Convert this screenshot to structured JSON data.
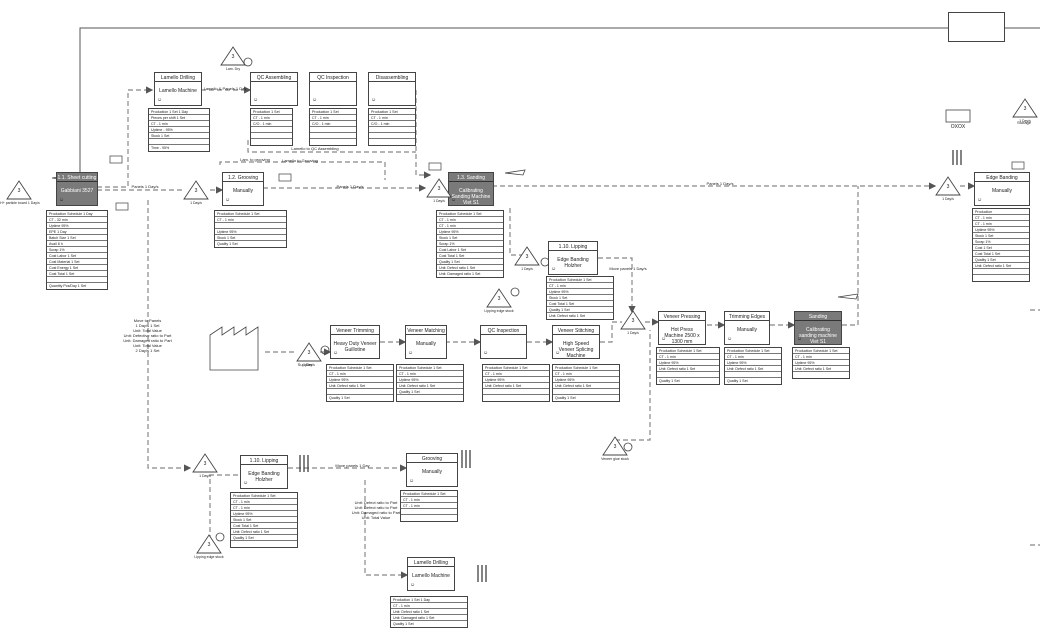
{
  "processes": [
    {
      "id": "sheet_cutting",
      "title": "1.1. Sheet cutting",
      "subtitle": "Gabbiani 3527",
      "dark": true
    },
    {
      "id": "lamello_drill_top",
      "title": "Lamello Drilling",
      "subtitle": "Lamello Machine",
      "dark": false
    },
    {
      "id": "qc_assembling",
      "title": "QC Assembling",
      "subtitle": "",
      "dark": false
    },
    {
      "id": "qc_inspection_top",
      "title": "QC Inspection",
      "subtitle": "",
      "dark": false
    },
    {
      "id": "disassembling",
      "title": "Disassembling",
      "subtitle": "",
      "dark": false
    },
    {
      "id": "grooving_top",
      "title": "1.2. Grooving",
      "subtitle": "Manually",
      "dark": false
    },
    {
      "id": "sanding_top",
      "title": "1.3. Sanding",
      "subtitle": "Calibrating Sanding Machine Viet S1",
      "dark": true
    },
    {
      "id": "lipping_mid",
      "title": "1.10. Lipping",
      "subtitle": "Edge Banding Holzher",
      "dark": false
    },
    {
      "id": "edge_banding",
      "title": "Edge Banding",
      "subtitle": "Manually",
      "dark": false
    },
    {
      "id": "veneer_trimming",
      "title": "Veneer Trimming",
      "subtitle": "Heavy Duty Veneer Guillotine",
      "dark": false
    },
    {
      "id": "veneer_matching",
      "title": "Veneer Matching",
      "subtitle": "Manually",
      "dark": false
    },
    {
      "id": "qc_inspection_mid",
      "title": "QC Inspection",
      "subtitle": "",
      "dark": false
    },
    {
      "id": "veneer_stitching",
      "title": "Veneer Stitching",
      "subtitle": "High Speed Veneer Splicing Machine",
      "dark": false
    },
    {
      "id": "veneer_pressing",
      "title": "Veneer Pressing",
      "subtitle": "Hot Press Machine 2500 x 1300 mm",
      "dark": false
    },
    {
      "id": "trimming_edges",
      "title": "Trimming Edges",
      "subtitle": "Manually",
      "dark": false
    },
    {
      "id": "sanding_mid",
      "title": "Sanding",
      "subtitle": "Calibrating sanding machine Viet S1",
      "dark": true
    },
    {
      "id": "lipping_bottom",
      "title": "1.10. Lipping",
      "subtitle": "Edge Banding Holzher",
      "dark": false
    },
    {
      "id": "grooving_bottom",
      "title": "Grooving",
      "subtitle": "Manually",
      "dark": false
    },
    {
      "id": "lamello_drill_bottom",
      "title": "Lamello Drilling",
      "subtitle": "Lamello Machine",
      "dark": false
    }
  ],
  "inventories": [
    {
      "id": "inv_start",
      "value": "3",
      "label": "4H+\nparticle board 1 Day/s"
    },
    {
      "id": "inv_lamello",
      "value": "3",
      "label": "Lam. Dry"
    },
    {
      "id": "inv_groove",
      "value": "3",
      "label": "1 Day/s"
    },
    {
      "id": "inv_sanding",
      "value": "3",
      "label": "1 Day/s"
    },
    {
      "id": "inv_lipping",
      "value": "3",
      "label": "1 Day/s"
    },
    {
      "id": "inv_veneer",
      "value": "3",
      "label": "Lipping edge stock"
    },
    {
      "id": "inv_factory",
      "value": "3",
      "label": "1 Day/s"
    },
    {
      "id": "inv_press",
      "value": "3",
      "label": "1 Day/s"
    },
    {
      "id": "inv_edge",
      "value": "3",
      "label": "1 Day/s"
    },
    {
      "id": "inv_bottom",
      "value": "3",
      "label": "1 Day/s"
    },
    {
      "id": "inv_pressing_low",
      "value": "3",
      "label": "Veneer glue stock"
    },
    {
      "id": "inv_lipping_low",
      "value": "3",
      "label": "Lipping edge stock"
    },
    {
      "id": "inv_right_top",
      "value": "3",
      "label": "1 Day/s"
    }
  ],
  "notes": {
    "move_lamello": "Lamello & Panels 1 Day",
    "move_grooving": "Panels 1 Day/s",
    "move_groove_top": "Lam. to grooving",
    "move_sanding": "Panels 1 Day/s",
    "move_edge": "Panels 1 Day/s",
    "move_bottom": "Move panels 1 Day",
    "veneer_note": "Move panels 1 Day/s",
    "side_note": "Move to Panels\n1 Day/s 1 Set\nUnit: Total Value\nUnit: Defective ratio to Part\nUnit: Damaged ratio to Part\nUnit: Total Value\n2 Day/s 1 Set",
    "bottom_note": "Unit: Defect ratio to Part\nUnit: Defect ratio to Part\nUnit: Damaged ratio to Part\nUnit: Total Value",
    "loop_note": "Lamello to QC Assembling",
    "return_note": "Lamello to Grooving",
    "factory_label": "Supplier",
    "oxox_label": "OXOX",
    "right_inv_label": "Storage"
  },
  "data_rows": {
    "sheet_cutting": [
      "Production Schedule 1 Day",
      "CT - 32 min",
      "Uptime 95%",
      "EPE 1 Day",
      "Batch Size 1 Set",
      "Avail 8 h",
      "Scrap 1%",
      "Cost Labor 1 Set",
      "Cost Material 1 Set",
      "Cost Energy 1 Set",
      "Cost Total 1 Set",
      "",
      "Quantity Pcs/Day 1 Set"
    ],
    "lamello_drill_top": [
      "Production 1 Set 1 Day",
      "Pieces per shift 1 Set",
      "CT - 1 min",
      "Uptime - 95%",
      "Stock 1 Set",
      "",
      "Time - 95%"
    ],
    "qc_assembling": [
      "Production 1 Set",
      "CT - 1 min",
      "C/O - 1 min",
      "",
      "",
      ""
    ],
    "qc_inspection_top": [
      "Production 1 Set",
      "CT - 1 min",
      "C/O - 1 min",
      "",
      "",
      ""
    ],
    "disassembling": [
      "Production 1 Set",
      "CT - 1 min",
      "C/O - 1 min",
      "",
      "",
      ""
    ],
    "grooving_top": [
      "Production Schedule 1 Set",
      "CT - 1 min",
      "",
      "Uptime 95%",
      "Stock 1 Set",
      "Quality 1 Set"
    ],
    "sanding_top": [
      "Production Schedule 1 Set",
      "CT - 1 min",
      "CT - 1 min",
      "Uptime 95%",
      "Stock 1 Set",
      "Scrap 1%",
      "Cost Labor 1 Set",
      "Cost Total 1 Set",
      "Quality 1 Set",
      "Unit: Defect ratio 1 Set",
      "Unit: Damaged ratio 1 Set"
    ],
    "lipping_mid": [
      "Production Schedule 1 Set",
      "CT - 1 min",
      "Uptime 95%",
      "Stock 1 Set",
      "Cost Total 1 Set",
      "Quality 1 Set",
      "Unit: Defect ratio 1 Set"
    ],
    "edge_banding": [
      "Production",
      "CT - 1 min",
      "CT - 1 min",
      "Uptime 95%",
      "Stock 1 Set",
      "Scrap 1%",
      "Cost 1 Set",
      "Cost Total 1 Set",
      "Quality 1 Set",
      "Unit: Defect ratio 1 Set",
      "",
      ""
    ],
    "veneer_trimming": [
      "Production Schedule 1 Set",
      "CT - 1 min",
      "Uptime 95%",
      "Unit: Defect ratio 1 Set",
      "",
      "Quality 1 Set"
    ],
    "veneer_matching": [
      "Production Schedule 1 Set",
      "CT - 1 min",
      "Uptime 95%",
      "Unit: Defect ratio 1 Set",
      "Quality 1 Set",
      ""
    ],
    "qc_inspection_mid": [
      "Production Schedule 1 Set",
      "CT - 1 min",
      "Uptime 95%",
      "Unit: Defect ratio 1 Set",
      "",
      ""
    ],
    "veneer_stitching": [
      "Production Schedule 1 Set",
      "CT - 1 min",
      "Uptime 95%",
      "Unit: Defect ratio 1 Set",
      "",
      "Quality 1 Set"
    ],
    "veneer_pressing": [
      "Production Schedule 1 Set",
      "CT - 1 min",
      "Uptime 95%",
      "Unit: Defect ratio 1 Set",
      "",
      "Quality 1 Set"
    ],
    "trimming_edges": [
      "Production Schedule 1 Set",
      "CT - 1 min",
      "Uptime 95%",
      "Unit: Defect ratio 1 Set",
      "",
      "Quality 1 Set"
    ],
    "sanding_mid": [
      "Production Schedule 1 Set",
      "CT - 1 min",
      "Uptime 95%",
      "Unit: Defect ratio 1 Set",
      ""
    ],
    "lipping_bottom": [
      "Production Schedule 1 Set",
      "CT - 1 min",
      "CT - 1 min",
      "Uptime 95%",
      "Stock 1 Set",
      "Cost Total 1 Set",
      "Unit: Defect ratio 1 Set",
      "Quality 1 Set",
      ""
    ],
    "grooving_bottom": [
      "Production Schedule 1 Set",
      "CT - 1 min",
      "CT - 1 min",
      "",
      ""
    ],
    "lamello_drill_bottom": [
      "Production 1 Set 1 Day",
      "CT - 1 min",
      "Unit: Defect ratio 1 Set",
      "Unit: Damaged ratio 1 Set",
      "Quality 1 Set"
    ]
  }
}
